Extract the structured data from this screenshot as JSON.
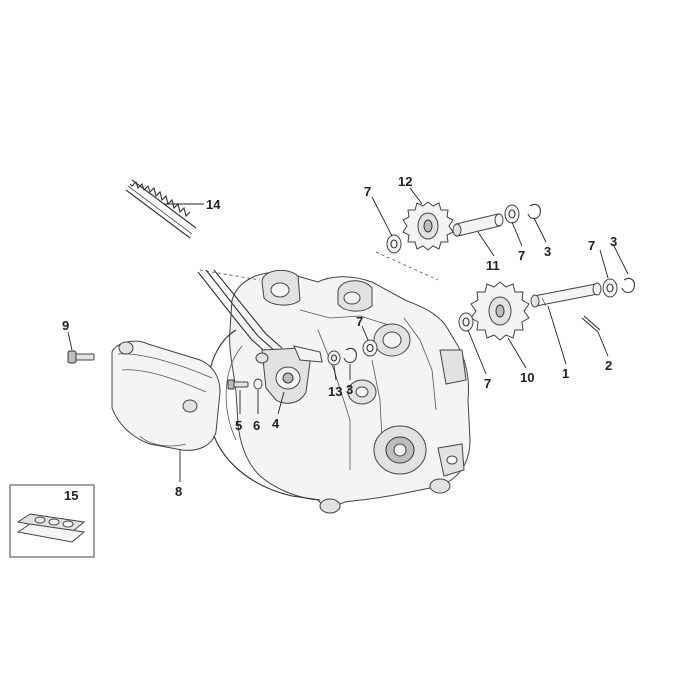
{
  "labels": {
    "l1": "1",
    "l2": "2",
    "l3a": "3",
    "l3b": "3",
    "l3c": "3",
    "l4": "4",
    "l5": "5",
    "l6": "6",
    "l7a": "7",
    "l7b": "7",
    "l7c": "7",
    "l7d": "7",
    "l7e": "7",
    "l8": "8",
    "l9": "9",
    "l10": "10",
    "l11": "11",
    "l12": "12",
    "l13": "13",
    "l14": "14",
    "l15": "15"
  }
}
